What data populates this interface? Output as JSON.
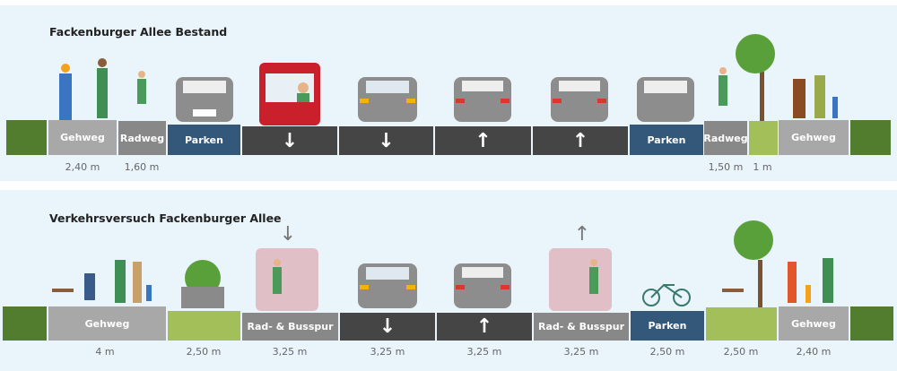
{
  "top": {
    "title": "Fackenburger Allee Bestand",
    "segments": [
      "Gehweg",
      "Radweg",
      "Parken",
      "Parken",
      "Radweg",
      "Gehweg"
    ],
    "arrows": {
      "down": "↓",
      "up": "↑"
    },
    "measures": [
      "2,40 m",
      "1,60 m",
      "1,50 m",
      "1 m"
    ]
  },
  "bottom": {
    "title": "Verkehrsversuch Fackenburger Allee",
    "segments": [
      "Gehweg",
      "Rad- & Busspur",
      "Rad- & Busspur",
      "Parken",
      "Gehweg"
    ],
    "measures": [
      "4 m",
      "2,50 m",
      "3,25 m",
      "3,25 m",
      "3,25 m",
      "3,25 m",
      "2,50 m",
      "2,50 m",
      "2,40 m"
    ]
  },
  "colors": {
    "grass": "#537d2e",
    "sidewalk": "#a8a8a8",
    "bike": "#888888",
    "parking": "#34587a",
    "lane": "#454545",
    "green": "#a3bf5a",
    "sky": "#e9f4fb"
  }
}
